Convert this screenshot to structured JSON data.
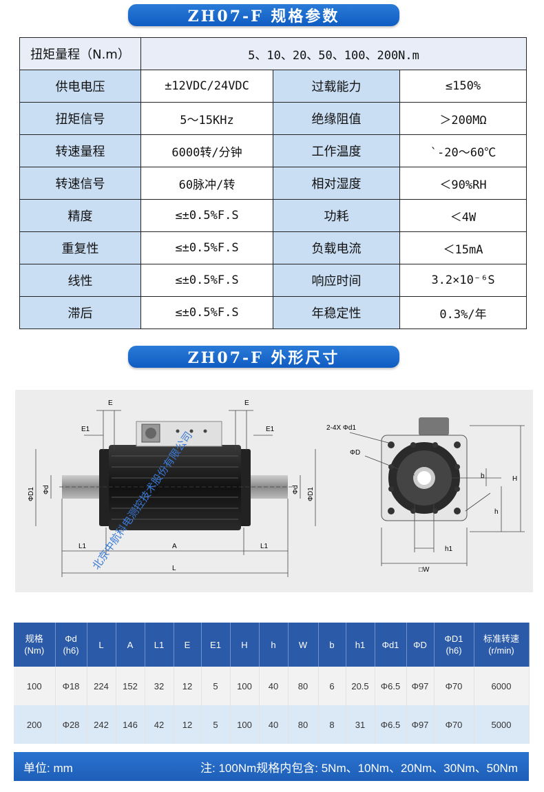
{
  "banner_spec": "ZH07-F 规格参数",
  "banner_dim": "ZH07-F 外形尺寸",
  "spec": {
    "range_label": "扭矩量程（N.m）",
    "range_value": "5、10、20、50、100、200N.m",
    "rows": [
      {
        "l1": "供电电压",
        "v1": "±12VDC/24VDC",
        "l2": "过载能力",
        "v2": "≤150%"
      },
      {
        "l1": "扭矩信号",
        "v1": "5～15KHz",
        "l2": "绝缘阻值",
        "v2": "＞200MΩ"
      },
      {
        "l1": "转速量程",
        "v1": "6000转/分钟",
        "l2": "工作温度",
        "v2": "`-20～60℃"
      },
      {
        "l1": "转速信号",
        "v1": "60脉冲/转",
        "l2": "相对湿度",
        "v2": "＜90%RH"
      },
      {
        "l1": "精度",
        "v1": "≤±0.5%F.S",
        "l2": "功耗",
        "v2": "＜4W"
      },
      {
        "l1": "重复性",
        "v1": "≤±0.5%F.S",
        "l2": "负载电流",
        "v2": "＜15mA"
      },
      {
        "l1": "线性",
        "v1": "≤±0.5%F.S",
        "l2": "响应时间",
        "v2": "3.2×10⁻⁶S"
      },
      {
        "l1": "滞后",
        "v1": "≤±0.5%F.S",
        "l2": "年稳定性",
        "v2": "0.3%/年"
      }
    ]
  },
  "drawing": {
    "watermark": "北京中航科电测控技术股份有限公司",
    "labels": {
      "E": "E",
      "E1": "E1",
      "D1": "ΦD1",
      "d": "Φd",
      "L1": "L1",
      "A": "A",
      "L": "L",
      "d1": "2-4X Φd1",
      "D": "ΦD",
      "b": "b",
      "h": "h",
      "H": "H",
      "h1": "h1",
      "W": "□W"
    }
  },
  "dims": {
    "headers": [
      [
        "规格",
        "(Nm)"
      ],
      [
        "Φd",
        "(h6)"
      ],
      [
        "L"
      ],
      [
        "A"
      ],
      [
        "L1"
      ],
      [
        "E"
      ],
      [
        "E1"
      ],
      [
        "H"
      ],
      [
        "h"
      ],
      [
        "W"
      ],
      [
        "b"
      ],
      [
        "h1"
      ],
      [
        "Φd1"
      ],
      [
        "ΦD"
      ],
      [
        "ΦD1",
        "(h6)"
      ],
      [
        "标准转速",
        "(r/min)"
      ]
    ],
    "rows": [
      [
        "100",
        "Φ18",
        "224",
        "152",
        "32",
        "12",
        "5",
        "100",
        "40",
        "80",
        "6",
        "20.5",
        "Φ6.5",
        "Φ97",
        "Φ70",
        "6000"
      ],
      [
        "200",
        "Φ28",
        "242",
        "146",
        "42",
        "12",
        "5",
        "100",
        "40",
        "80",
        "8",
        "31",
        "Φ6.5",
        "Φ97",
        "Φ70",
        "5000"
      ]
    ]
  },
  "footer": {
    "unit": "单位: mm",
    "note": "注: 100Nm规格内包含: 5Nm、10Nm、20Nm、30Nm、50Nm"
  }
}
